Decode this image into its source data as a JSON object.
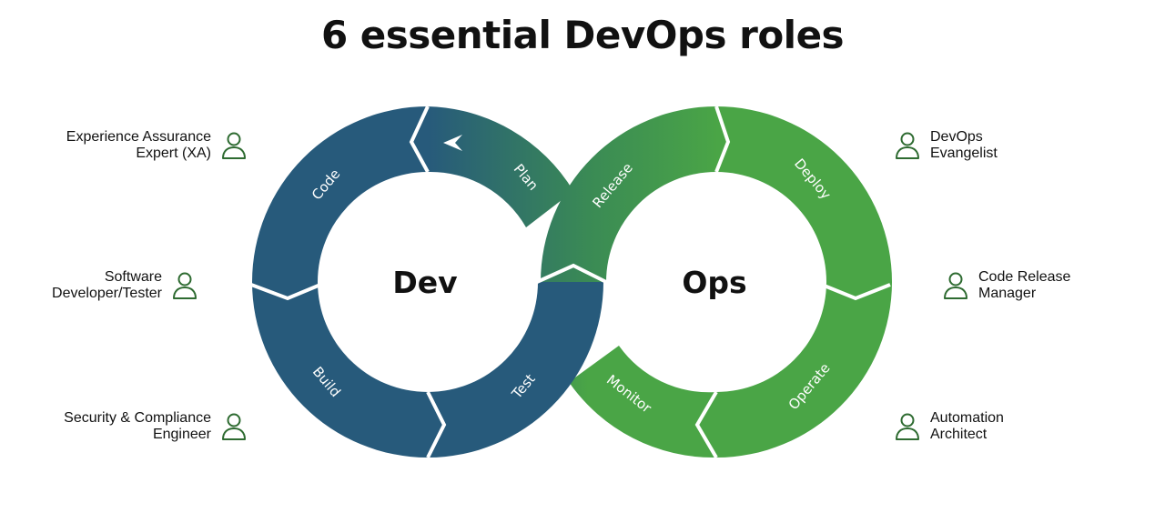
{
  "title": "6 essential DevOps roles",
  "colors": {
    "dev": "#275a7b",
    "ops": "#4aa546",
    "icon": "#2e6b31"
  },
  "dev_loop": {
    "center_label": "Dev",
    "segments": {
      "plan": "Plan",
      "code": "Code",
      "build": "Build",
      "test": "Test"
    }
  },
  "ops_loop": {
    "center_label": "Ops",
    "segments": {
      "release": "Release",
      "deploy": "Deploy",
      "operate": "Operate",
      "monitor": "Monitor"
    }
  },
  "roles_left": [
    {
      "line1": "Experience Assurance",
      "line2": "Expert (XA)",
      "icon": "person-icon"
    },
    {
      "line1": "Software",
      "line2": "Developer/Tester",
      "icon": "person-icon"
    },
    {
      "line1": "Security & Compliance",
      "line2": "Engineer",
      "icon": "person-icon"
    }
  ],
  "roles_right": [
    {
      "line1": "DevOps",
      "line2": "Evangelist",
      "icon": "person-icon"
    },
    {
      "line1": "Code Release",
      "line2": "Manager",
      "icon": "person-icon"
    },
    {
      "line1": "Automation",
      "line2": "Architect",
      "icon": "person-icon"
    }
  ]
}
